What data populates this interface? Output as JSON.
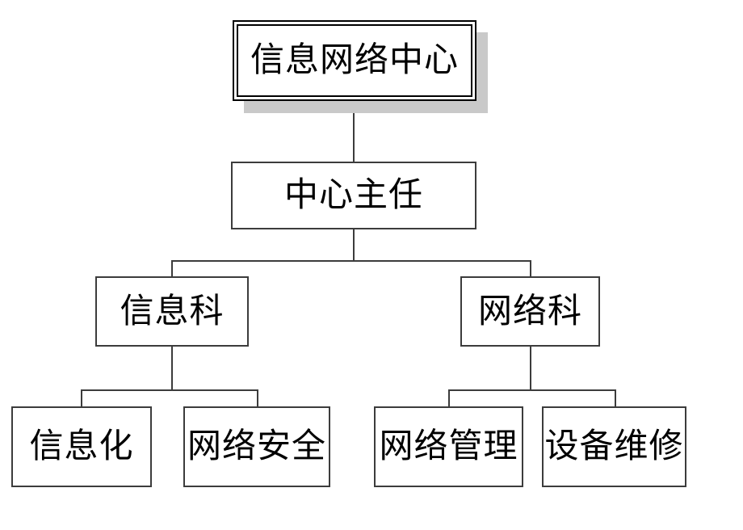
{
  "chart_type": "organizational-chart",
  "nodes": {
    "root": {
      "label": "信息网络中心",
      "level": 1
    },
    "director": {
      "label": "中心主任",
      "level": 2
    },
    "info_section": {
      "label": "信息科",
      "level": 3
    },
    "network_section": {
      "label": "网络科",
      "level": 3
    },
    "informatization": {
      "label": "信息化",
      "level": 4
    },
    "network_security": {
      "label": "网络安全",
      "level": 4
    },
    "network_management": {
      "label": "网络管理",
      "level": 4
    },
    "equipment_maintenance": {
      "label": "设备维修",
      "level": 4
    }
  },
  "edges": [
    [
      "信息网络中心",
      "中心主任"
    ],
    [
      "中心主任",
      "信息科"
    ],
    [
      "中心主任",
      "网络科"
    ],
    [
      "信息科",
      "信息化"
    ],
    [
      "信息科",
      "网络安全"
    ],
    [
      "网络科",
      "网络管理"
    ],
    [
      "网络科",
      "设备维修"
    ]
  ],
  "colors": {
    "line": "#3c3c3c",
    "shadow": "#c9c9c9",
    "background": "#ffffff",
    "text": "#000000"
  }
}
